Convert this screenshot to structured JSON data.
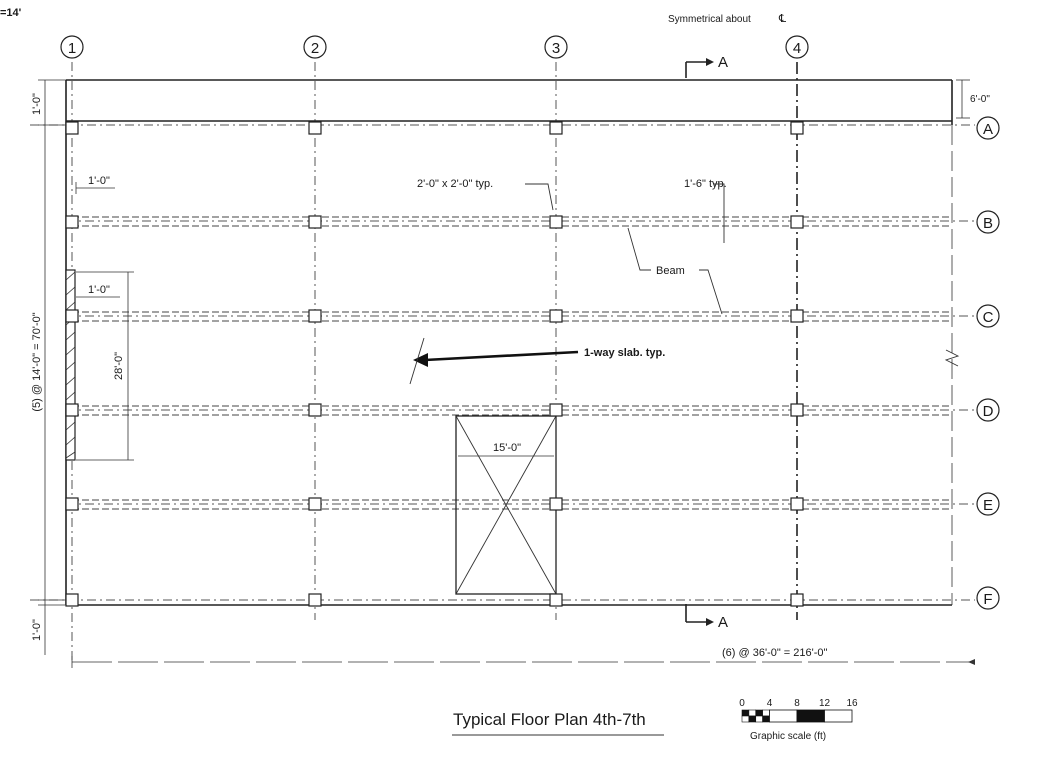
{
  "header": {
    "corner_label": "=14'",
    "symmetry_note": "Symmetrical about",
    "symmetry_symbol": "℄"
  },
  "column_lines": [
    {
      "label": "1"
    },
    {
      "label": "2"
    },
    {
      "label": "3"
    },
    {
      "label": "4"
    }
  ],
  "row_lines": [
    {
      "label": "A"
    },
    {
      "label": "B"
    },
    {
      "label": "C"
    },
    {
      "label": "D"
    },
    {
      "label": "E"
    },
    {
      "label": "F"
    }
  ],
  "section_marks": {
    "top": "A",
    "bottom": "A"
  },
  "dimensions": {
    "top_overhang": "1'-0\"",
    "bottom_overhang": "1'-0\"",
    "vertical_total": "(5) @ 14'-0\" = 70'-0\"",
    "right_top": "6'-0\"",
    "edge_offset_1": "1'-0\"",
    "edge_offset_2": "1'-0\"",
    "wall_length": "28'-0\"",
    "opening_width": "15'-0\"",
    "horizontal_total": "(6) @ 36'-0\" = 216'-0\""
  },
  "annotations": {
    "column_size": "2'-0\" x 2'-0\" typ.",
    "beam_width": "1'-6\" typ.",
    "beam": "Beam",
    "slab": "1-way slab. typ."
  },
  "title": "Typical Floor Plan 4th-7th",
  "scale": {
    "ticks": [
      "0",
      "4",
      "8",
      "12",
      "16"
    ],
    "caption": "Graphic scale (ft)"
  }
}
